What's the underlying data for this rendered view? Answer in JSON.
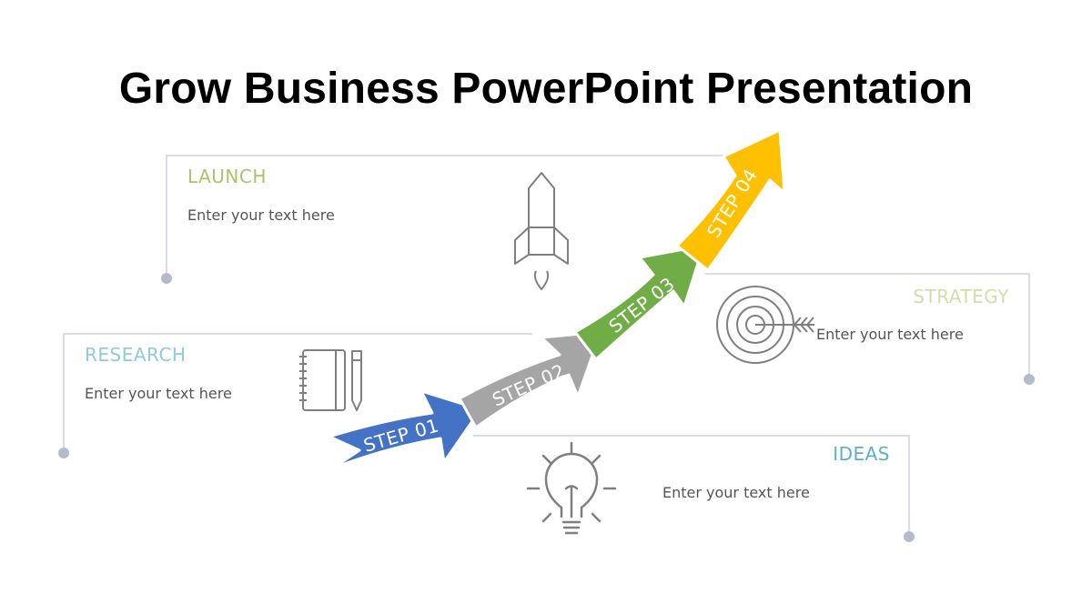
{
  "title": "Grow Business PowerPoint Presentation",
  "colors": {
    "step01": "#4472C4",
    "step02": "#A5A5A5",
    "step03": "#70AD47",
    "step04": "#FFC000",
    "connector_line": "#CDD3DC",
    "connector_dot": "#B4BCCB",
    "icon_stroke": "#7F7F7F"
  },
  "steps": [
    {
      "label": "STEP 01",
      "color": "#4472C4"
    },
    {
      "label": "STEP 02",
      "color": "#A5A5A5"
    },
    {
      "label": "STEP 03",
      "color": "#70AD47"
    },
    {
      "label": "STEP 04",
      "color": "#FFC000"
    }
  ],
  "sections": {
    "launch": {
      "heading": "LAUNCH",
      "heading_color": "#A9C46B",
      "text": "Enter your text here",
      "icon": "rocket-icon"
    },
    "research": {
      "heading": "RESEARCH",
      "heading_color": "#8FCBD8",
      "text": "Enter your text here",
      "icon": "notebook-pencil-icon"
    },
    "strategy": {
      "heading": "STRATEGY",
      "heading_color": "#D4DDA8",
      "text": "Enter your text here",
      "icon": "target-icon"
    },
    "ideas": {
      "heading": "IDEAS",
      "heading_color": "#5BB0C8",
      "text": "Enter your text here",
      "icon": "lightbulb-icon"
    }
  }
}
